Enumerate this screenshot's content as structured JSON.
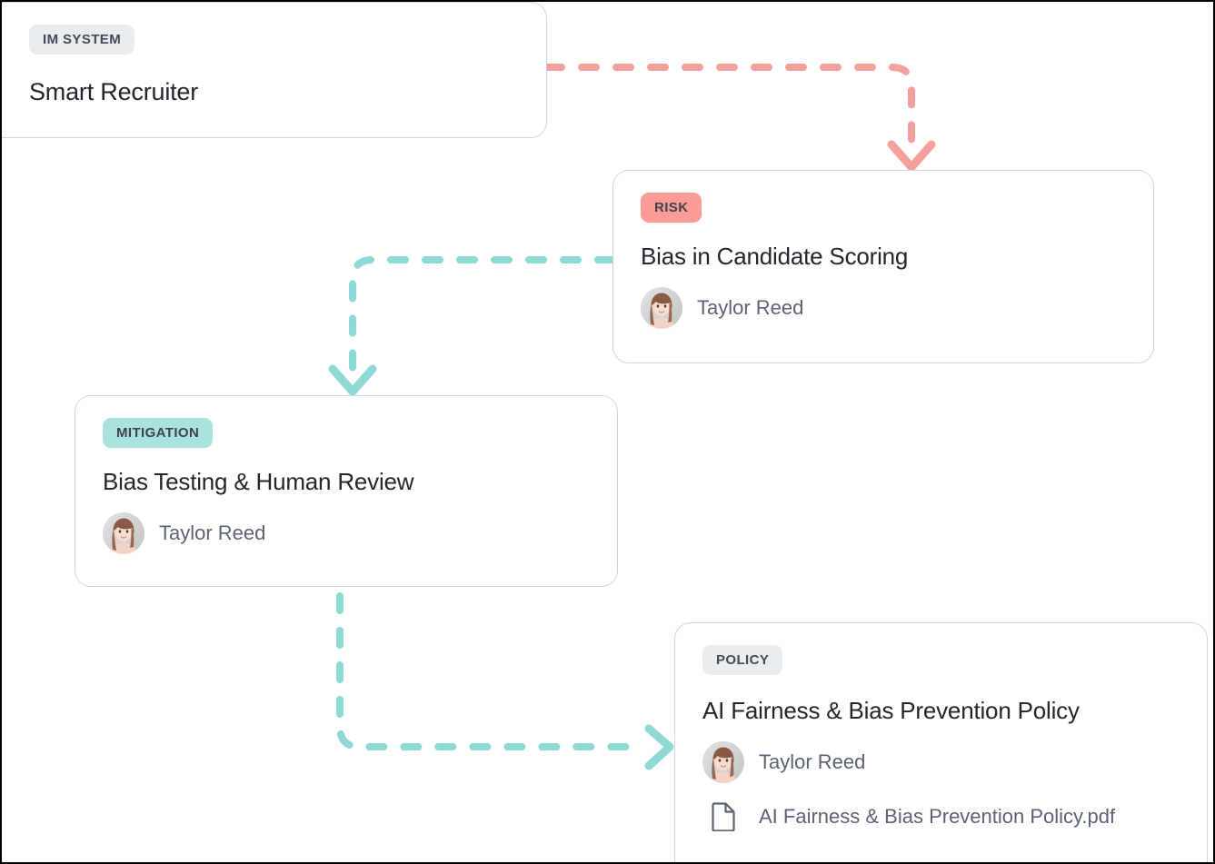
{
  "page": {
    "title": "Risk Flow Map",
    "background": "#ffffff",
    "border_color": "#000000"
  },
  "colors": {
    "card_border": "#ccd6e0",
    "badge_grey_bg": "#eaedf0",
    "badge_risk_bg": "#fb9c99",
    "badge_mitigation_bg": "#a9e2de",
    "badge_text": "#454b54",
    "title_text": "#23262c",
    "meta_text": "#5b6275",
    "connector_risk": "#f4a09c",
    "connector_mitigation": "#8ed9d6"
  },
  "cards": [
    {
      "id": "system",
      "badge": "IM SYSTEM",
      "badge_style": "grey",
      "title": "Smart Recruiter",
      "owner": null,
      "file": null
    },
    {
      "id": "risk",
      "badge": "RISK",
      "badge_style": "risk",
      "title": "Bias in Candidate Scoring",
      "owner": "Taylor Reed",
      "file": null
    },
    {
      "id": "mitigation",
      "badge": "MITIGATION",
      "badge_style": "mitigation",
      "title": "Bias Testing & Human Review",
      "owner": "Taylor Reed",
      "file": null
    },
    {
      "id": "policy",
      "badge": "POLICY",
      "badge_style": "grey",
      "title": "AI Fairness & Bias Prevention Policy",
      "owner": "Taylor Reed",
      "file": "AI Fairness & Bias Prevention Policy.pdf"
    }
  ],
  "connectors": [
    {
      "id": "system-to-risk",
      "from": "system",
      "to": "risk",
      "color": "#f4a09c",
      "style": "dashed",
      "arrow": "down"
    },
    {
      "id": "risk-to-mitigation",
      "from": "risk",
      "to": "mitigation",
      "color": "#8ed9d6",
      "style": "dashed",
      "arrow": "down"
    },
    {
      "id": "mitigation-to-policy",
      "from": "mitigation",
      "to": "policy",
      "color": "#8ed9d6",
      "style": "dashed",
      "arrow": "right"
    }
  ],
  "icons": {
    "avatar": "avatar-icon",
    "document": "document-icon"
  }
}
